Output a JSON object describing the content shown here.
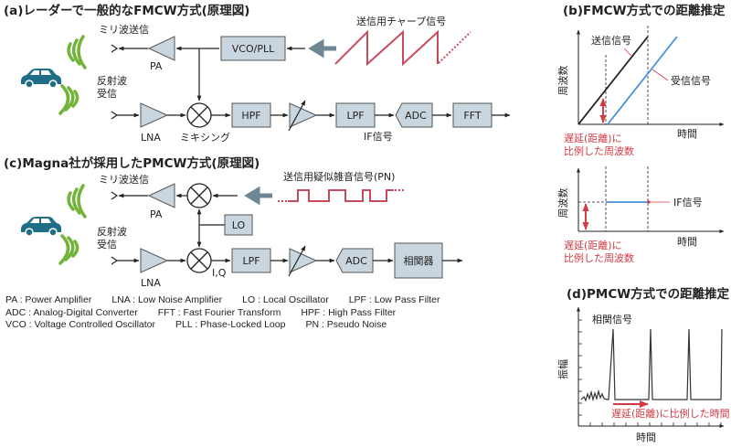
{
  "panel_a": {
    "title": "(a)レーダーで一般的なFMCW方式(原理図)",
    "tx_label": "ミリ波送信",
    "rx_label_1": "反射波",
    "rx_label_2": "受信",
    "pa": "PA",
    "lna": "LNA",
    "mixing": "ミキシング",
    "vco": "VCO/PLL",
    "hpf": "HPF",
    "lpf": "LPF",
    "adc": "ADC",
    "fft": "FFT",
    "if_label": "IF信号",
    "chirp_label": "送信用チャープ信号"
  },
  "panel_b": {
    "title": "(b)FMCW方式での距離推定",
    "ylabel": "周波数",
    "xlabel": "時間",
    "tx_signal": "送信信号",
    "rx_signal": "受信信号",
    "delay_note_1": "遅延(距離)に",
    "delay_note_2": "比例した周波数",
    "if_ylabel": "周波数",
    "if_xlabel": "時間",
    "if_signal": "IF信号",
    "if_note_1": "遅延(距離)に",
    "if_note_2": "比例した周波数"
  },
  "panel_c": {
    "title": "(c)Magna社が採用したPMCW方式(原理図)",
    "tx_label": "ミリ波送信",
    "rx_label_1": "反射波",
    "rx_label_2": "受信",
    "pa": "PA",
    "lna": "LNA",
    "lo": "LO",
    "iq": "I,Q",
    "lpf": "LPF",
    "adc": "ADC",
    "correlator": "相関器",
    "pn_label": "送信用疑似雑音信号(PN)"
  },
  "panel_d": {
    "title": "(d)PMCW方式での距離推定",
    "ylabel": "振幅",
    "xlabel": "時間",
    "signal": "相関信号",
    "delay_note": "遅延(距離)に比例した時間"
  },
  "legend": [
    [
      "PA : Power Amplifier",
      "LNA : Low Noise Amplifier",
      "LO : Local Oscillator",
      "LPF : Low Pass Filter"
    ],
    [
      "ADC : Analog-Digital Converter",
      "FFT : Fast Fourier Transform",
      "HPF : High Pass Filter"
    ],
    [
      "VCO : Voltage Controlled Oscillator",
      "PLL : Phase-Locked Loop",
      "PN : Pseudo Noise"
    ]
  ],
  "colors": {
    "block_fill": "#c9d6df",
    "block_stroke": "#555555",
    "car": "#1d6e86",
    "wave": "#72b43a",
    "chirp": "#c94a5c",
    "arrow": "#6f8795",
    "tx_line": "#222222",
    "rx_line": "#4a90d9",
    "accent_red": "#d23a43"
  }
}
